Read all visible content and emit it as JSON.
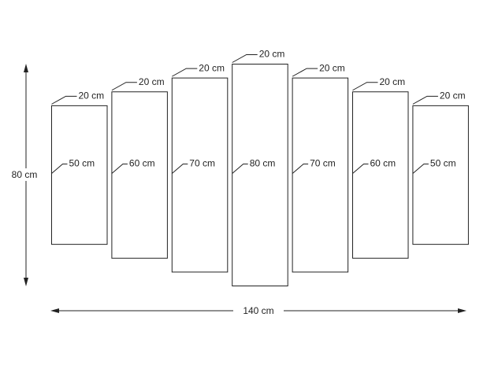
{
  "panels": [
    {
      "width_label": "20 cm",
      "height_label": "50 cm",
      "width_cm": 20,
      "height_cm": 50
    },
    {
      "width_label": "20 cm",
      "height_label": "60 cm",
      "width_cm": 20,
      "height_cm": 60
    },
    {
      "width_label": "20 cm",
      "height_label": "70 cm",
      "width_cm": 20,
      "height_cm": 70
    },
    {
      "width_label": "20 cm",
      "height_label": "80 cm",
      "width_cm": 20,
      "height_cm": 80
    },
    {
      "width_label": "20 cm",
      "height_label": "70 cm",
      "width_cm": 20,
      "height_cm": 70
    },
    {
      "width_label": "20 cm",
      "height_label": "60 cm",
      "width_cm": 20,
      "height_cm": 60
    },
    {
      "width_label": "20 cm",
      "height_label": "50 cm",
      "width_cm": 20,
      "height_cm": 50
    }
  ],
  "overall": {
    "height_label": "80 cm",
    "width_label": "140 cm",
    "height_cm": 80,
    "width_cm": 140
  },
  "colors": {
    "line": "#222222",
    "background": "#ffffff"
  }
}
